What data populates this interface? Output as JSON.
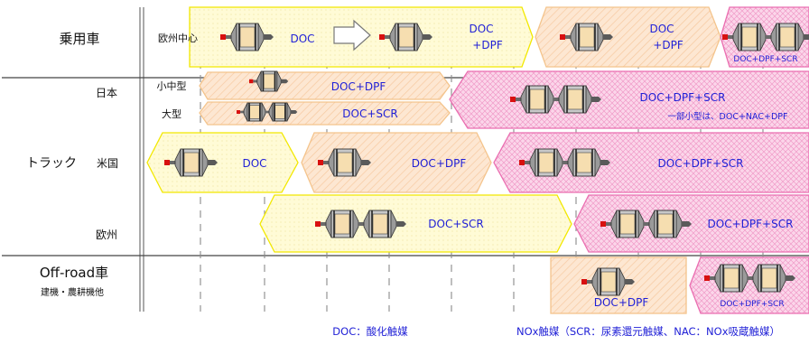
{
  "rows": {
    "passenger": "乗用車",
    "truck": "トラック",
    "japan": "日本",
    "small_medium": "小中型",
    "large": "大型",
    "usa": "米国",
    "europe": "欧州",
    "offroad_title": "Off-road車",
    "offroad_sub": "建機・農耕機他",
    "eu_center": "欧州中心"
  },
  "labels": {
    "pc_doc": "DOC",
    "pc_docdpf_l1": "DOC",
    "pc_docdpf_l2": "+DPF",
    "pc_docdpf2_l1": "DOC",
    "pc_docdpf2_l2": "+DPF",
    "pc_scr": "DOC+DPF+SCR",
    "jp_sm_docdpf": "DOC+DPF",
    "jp_lg_docscr": "DOC+SCR",
    "jp_all": "DOC+DPF+SCR",
    "jp_note": "一部小型は、DOC+NAC+DPF",
    "us_doc": "DOC",
    "us_docdpf": "DOC+DPF",
    "us_all": "DOC+DPF+SCR",
    "eu_docscr": "DOC+SCR",
    "eu_all": "DOC+DPF+SCR",
    "or_docdpf": "DOC+DPF",
    "or_all": "DOC+DPF+SCR"
  },
  "legend": {
    "doc": "DOC：酸化触媒",
    "nox": "NOx触媒（SCR：尿素還元触媒、NAC：NOx吸蔵触媒）"
  },
  "colors": {
    "yellow_fill": "#fffbd6",
    "yellow_stroke": "#f2e800",
    "orange_fill": "#fde7d2",
    "orange_stroke": "#f4c48c",
    "pink_fill": "#fbd6ea",
    "pink_stroke": "#ea6eb0",
    "label_blue": "#1f1fd6",
    "device_body": "#9a9a9a",
    "device_accent": "#f6deb0",
    "device_red": "#d81010"
  }
}
